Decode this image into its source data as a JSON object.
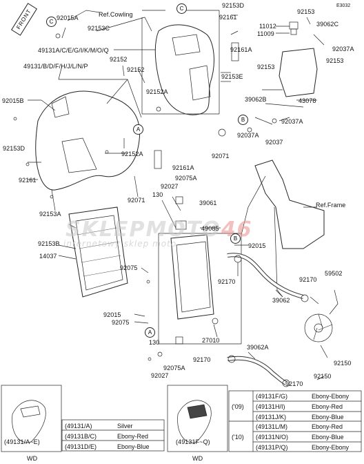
{
  "diagram_code": "E3032",
  "watermark": {
    "brand_a": "SKLEPMO",
    "brand_b": "TO",
    "brand_c": "46",
    "tagline": "internetowy sklep moto"
  },
  "front_badge": "FRONT",
  "callouts": [
    "C",
    "C",
    "A",
    "A",
    "B",
    "B"
  ],
  "labels": {
    "ref_cowling": "Ref.Cowling",
    "ref_frame": "Ref.Frame",
    "p92015A": "92015A",
    "p92153C": "92153C",
    "p49131_main": "49131A/C/E/G/I/K/M/O/Q",
    "p92152_a": "92152",
    "p92152_b": "92152",
    "p49131_alt": "49131/B/D/F/H/J/L/N/P",
    "p92015B": "92015B",
    "p92153D_top": "92153D",
    "p92161_top": "92161",
    "p92161A_top": "92161A",
    "p92153E": "92153E",
    "p92152A_top": "92152A",
    "p92071_top": "92071",
    "p92153D_left": "92153D",
    "p92161_left": "92161",
    "p92152A_mid": "92152A",
    "p92161A_mid": "92161A",
    "p92071_mid": "92071",
    "p92153A": "92153A",
    "p92153B": "92153B",
    "p14037": "14037",
    "p92075A_top": "92075A",
    "p92027_top": "92027",
    "p130_top": "130",
    "p39061": "39061",
    "p49085": "49085",
    "p92015_mid": "92015",
    "p92075_left": "92075",
    "p92170_mid": "92170",
    "p39062": "39062",
    "p92015_low": "92015",
    "p92075_low": "92075",
    "p27010": "27010",
    "p130_low": "130",
    "p92075A_low": "92075A",
    "p92027_low": "92027",
    "p92170_low": "92170",
    "p39062A": "39062A",
    "p92170_bottom": "92170",
    "p92150_a": "92150",
    "p92150_b": "92150",
    "p92170_right": "92170",
    "p59502": "59502",
    "p11012": "11012",
    "p11009": "11009",
    "p92153_top": "92153",
    "p39062C": "39062C",
    "p92037A_top": "92037A",
    "p92153_mid": "92153",
    "p92153_right": "92153",
    "p43078": "43078",
    "p39062B": "39062B",
    "p92037A_low": "92037A",
    "p92037A_mid": "92037A",
    "p92037": "92037"
  },
  "inset_captions": {
    "left": "(49131/A~E)",
    "right": "(49131F~Q)",
    "wd_left": "WD",
    "wd_right": "WD"
  },
  "legend_left": [
    {
      "code": "(49131/A)",
      "color": "Silver"
    },
    {
      "code": "(49131B/C)",
      "color": "Ebony-Red"
    },
    {
      "code": "(49131D/E)",
      "color": "Ebony-Blue"
    }
  ],
  "legend_right": {
    "year_09": "('09)",
    "year_10": "('10)",
    "rows": [
      {
        "code": "(49131F/G)",
        "color": "Ebony-Ebony"
      },
      {
        "code": "(49131H/I)",
        "color": "Ebony-Red"
      },
      {
        "code": "(49131J/K)",
        "color": "Ebony-Blue"
      },
      {
        "code": "(49131L/M)",
        "color": "Ebony-Red"
      },
      {
        "code": "(49131N/O)",
        "color": "Ebony-Blue"
      },
      {
        "code": "(49131P/Q)",
        "color": "Ebony-Ebony"
      }
    ]
  }
}
